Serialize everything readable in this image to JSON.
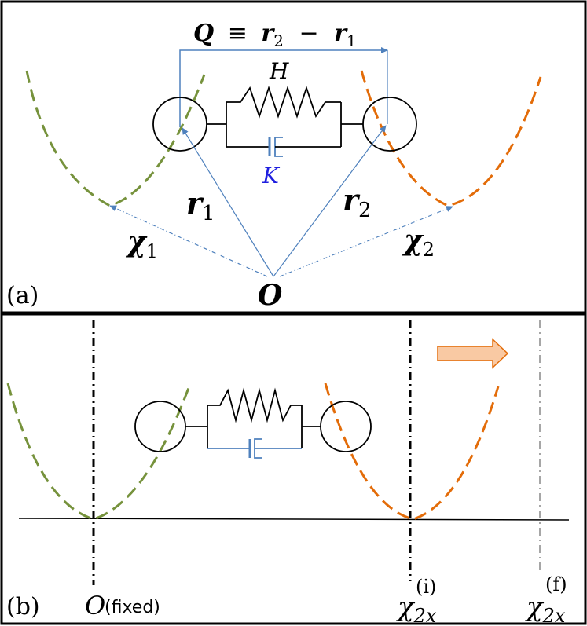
{
  "panel_a": {
    "label": "(a)",
    "q_lhs": "Q",
    "q_equiv": "≡",
    "q_r2": "r",
    "q_r2_sub": "2",
    "q_minus": "−",
    "q_r1": "r",
    "q_r1_sub": "1",
    "spring_label": "H",
    "damper_label": "K",
    "r1_base": "r",
    "r1_sub": "1",
    "r2_base": "r",
    "r2_sub": "2",
    "chi1_base": "χ",
    "chi1_sub": "1",
    "chi2_base": "χ",
    "chi2_sub": "2",
    "origin": "O"
  },
  "panel_b": {
    "label": "(b)",
    "origin": "O",
    "origin_note": "(fixed)",
    "chi_initial_base": "χ",
    "chi_initial_sub": "2x",
    "chi_initial_sup": "(i)",
    "chi_final_base": "χ",
    "chi_final_sub": "2x",
    "chi_final_sup": "(f)"
  },
  "colors": {
    "green": "#76923c",
    "orange": "#e36c09",
    "blue": "#4f81bd",
    "damper_label": "#1f1fdf",
    "arrow_fill": "#f9c9a3",
    "arrow_stroke": "#e36c09",
    "gray": "#a6a6a6"
  }
}
